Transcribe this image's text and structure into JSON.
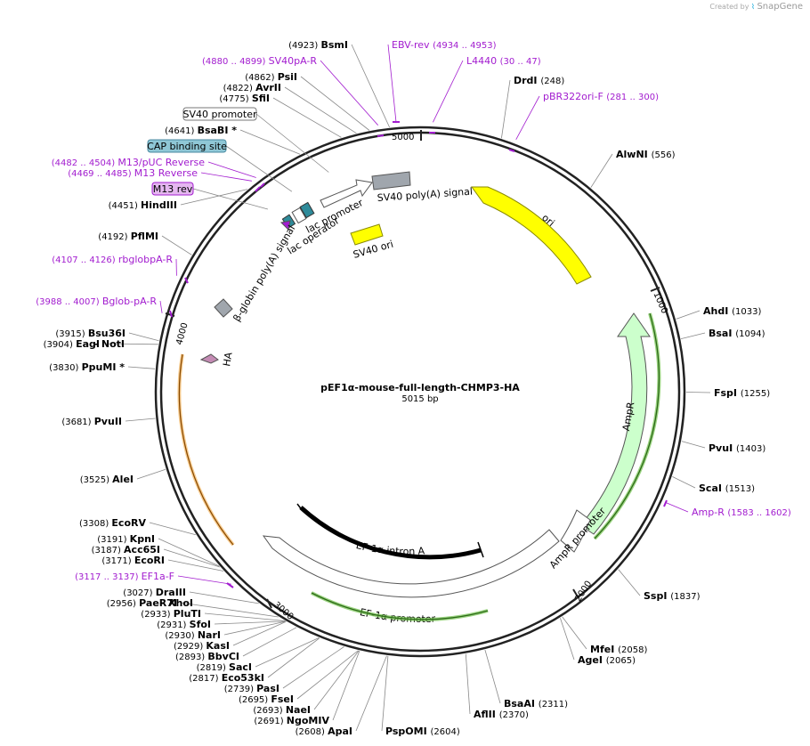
{
  "brand": {
    "created_by": "Created by",
    "name": "SnapGene"
  },
  "plasmid": {
    "name": "pEF1α-mouse-full-length-CHMP3-HA",
    "length_label": "5015 bp",
    "length": 5015
  },
  "colors": {
    "backbone": "#222222",
    "primer": "#a21ccf",
    "ori": "#ffff00",
    "amp": "#ccffcc",
    "gray": "#a0a6ad",
    "teal": "#2e8b9a"
  },
  "ticks": [
    {
      "pos": 1000,
      "label": "1000"
    },
    {
      "pos": 2000,
      "label": "2000"
    },
    {
      "pos": 3000,
      "label": "3000"
    },
    {
      "pos": 4000,
      "label": "4000"
    },
    {
      "pos": 5000,
      "label": "5000"
    }
  ],
  "sites": [
    {
      "name": "BsmI",
      "pos": "(4923)"
    },
    {
      "name": "PsiI",
      "pos": "(4862)"
    },
    {
      "name": "AvrII",
      "pos": "(4822)"
    },
    {
      "name": "SfiI",
      "pos": "(4775)"
    },
    {
      "name": "BsaBI *",
      "pos": "(4641)"
    },
    {
      "name": "HindIII",
      "pos": "(4451)"
    },
    {
      "name": "PflMI",
      "pos": "(4192)"
    },
    {
      "name": "Bsu36I",
      "pos": "(3915)"
    },
    {
      "name": "EagI",
      "pos": "(3904)"
    },
    {
      "name": "- NotI",
      "pos": ""
    },
    {
      "name": "PpuMI *",
      "pos": "(3830)"
    },
    {
      "name": "PvuII",
      "pos": "(3681)"
    },
    {
      "name": "AleI",
      "pos": "(3525)"
    },
    {
      "name": "EcoRV",
      "pos": "(3308)"
    },
    {
      "name": "KpnI",
      "pos": "(3191)"
    },
    {
      "name": "Acc65I",
      "pos": "(3187)"
    },
    {
      "name": "EcoRI",
      "pos": "(3171)"
    },
    {
      "name": "DraIII",
      "pos": "(3027)"
    },
    {
      "name": "PaeR7I",
      "pos": "(2956)"
    },
    {
      "name": "- XhoI",
      "pos": ""
    },
    {
      "name": "PluTI",
      "pos": "(2933)"
    },
    {
      "name": "SfoI",
      "pos": "(2931)"
    },
    {
      "name": "NarI",
      "pos": "(2930)"
    },
    {
      "name": "KasI",
      "pos": "(2929)"
    },
    {
      "name": "BbvCI",
      "pos": "(2893)"
    },
    {
      "name": "SacI",
      "pos": "(2819)"
    },
    {
      "name": "Eco53kI",
      "pos": "(2817)"
    },
    {
      "name": "PasI",
      "pos": "(2739)"
    },
    {
      "name": "FseI",
      "pos": "(2695)"
    },
    {
      "name": "NaeI",
      "pos": "(2693)"
    },
    {
      "name": "NgoMIV",
      "pos": "(2691)"
    },
    {
      "name": "ApaI",
      "pos": "(2608)"
    },
    {
      "name": "PspOMI",
      "pos": "(2604)"
    },
    {
      "name": "AflII",
      "pos": "(2370)"
    },
    {
      "name": "BsaAI",
      "pos": "(2311)"
    },
    {
      "name": "AgeI",
      "pos": "(2065)"
    },
    {
      "name": "MfeI",
      "pos": "(2058)"
    },
    {
      "name": "SspI",
      "pos": "(1837)"
    },
    {
      "name": "ScaI",
      "pos": "(1513)"
    },
    {
      "name": "PvuI",
      "pos": "(1403)"
    },
    {
      "name": "FspI",
      "pos": "(1255)"
    },
    {
      "name": "BsaI",
      "pos": "(1094)"
    },
    {
      "name": "AhdI",
      "pos": "(1033)"
    },
    {
      "name": "AlwNI",
      "pos": "(556)"
    },
    {
      "name": "DrdI",
      "pos": "(248)"
    }
  ],
  "primers": [
    {
      "name": "EBV-rev",
      "range": "(4934 .. 4953)"
    },
    {
      "name": "SV40pA-R",
      "range": "(4880 .. 4899)"
    },
    {
      "name": "L4440",
      "range": "(30 .. 47)"
    },
    {
      "name": "pBR322ori-F",
      "range": "(281 .. 300)"
    },
    {
      "name": "M13/pUC Reverse",
      "range": "(4482 .. 4504)"
    },
    {
      "name": "M13 Reverse",
      "range": "(4469 .. 4485)"
    },
    {
      "name": "rbglobpA-R",
      "range": "(4107 .. 4126)"
    },
    {
      "name": "Bglob-pA-R",
      "range": "(3988 .. 4007)"
    },
    {
      "name": "EF1a-F",
      "range": "(3117 .. 3137)"
    },
    {
      "name": "Amp-R",
      "range": "(1583 .. 1602)"
    }
  ],
  "boxed_labels": [
    {
      "name": "SV40 promoter"
    },
    {
      "name": "CAP binding site"
    },
    {
      "name": "M13 rev"
    }
  ],
  "features": [
    {
      "name": "ori"
    },
    {
      "name": "AmpR"
    },
    {
      "name": "AmpR promoter"
    },
    {
      "name": "EF-1α promoter"
    },
    {
      "name": "EF-1α intron A"
    },
    {
      "name": "SV40 poly(A) signal"
    },
    {
      "name": "SV40 ori"
    },
    {
      "name": "lac promoter"
    },
    {
      "name": "lac operator"
    },
    {
      "name": "β-globin poly(A) signal"
    },
    {
      "name": "HA"
    }
  ]
}
